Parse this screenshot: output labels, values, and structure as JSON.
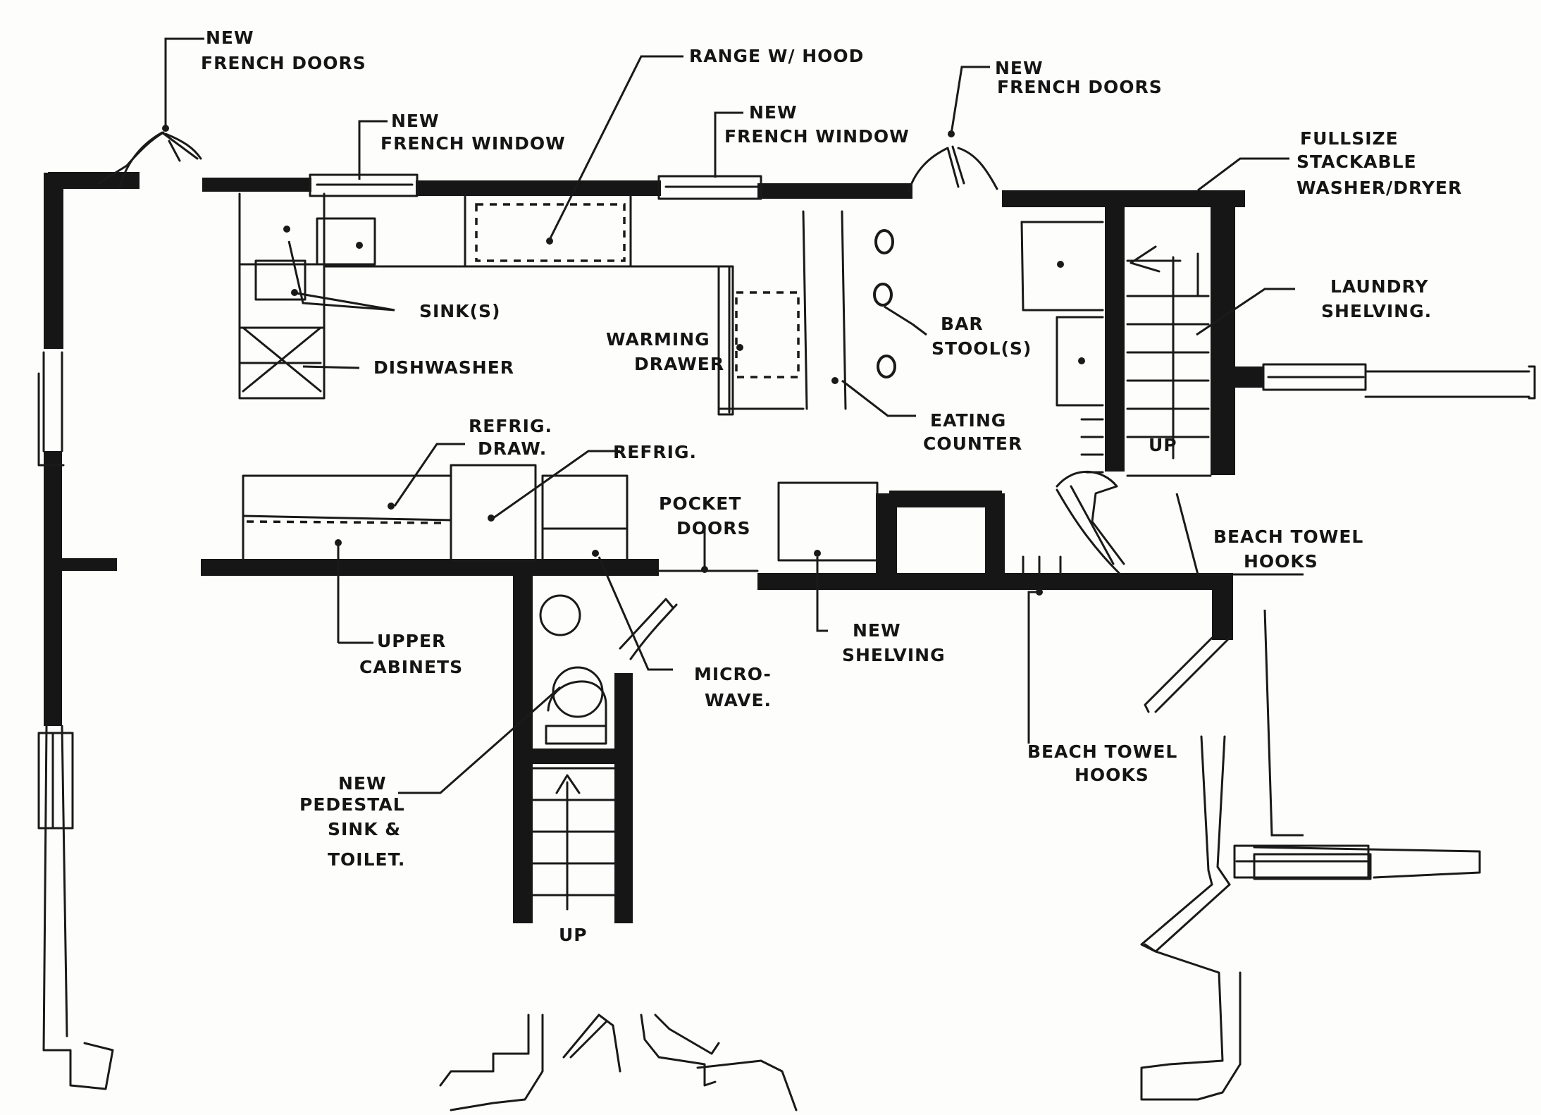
{
  "labels": {
    "french_doors_left": [
      "NEW",
      "FRENCH DOORS"
    ],
    "french_window_left": [
      "NEW",
      "FRENCH WINDOW"
    ],
    "range_hood": [
      "RANGE W/ HOOD"
    ],
    "french_window_right": [
      "NEW",
      "FRENCH WINDOW"
    ],
    "french_doors_right": [
      "NEW",
      "FRENCH DOORS"
    ],
    "washer_dryer": [
      "FULLSIZE",
      "STACKABLE",
      "WASHER/DRYER"
    ],
    "laundry_shelving": [
      "LAUNDRY",
      "SHELVING."
    ],
    "sinks": [
      "SINK(S)"
    ],
    "dishwasher": [
      "DISHWASHER"
    ],
    "warming_drawer": [
      "WARMING",
      "DRAWER"
    ],
    "bar_stools": [
      "BAR",
      "STOOL(S)"
    ],
    "eating_counter": [
      "EATING",
      "COUNTER"
    ],
    "refrig_drawer": [
      "REFRIG.",
      "DRAW."
    ],
    "refrig": [
      "REFRIG."
    ],
    "pocket_doors": [
      "POCKET",
      "DOORS"
    ],
    "upper_cabinets": [
      "UPPER",
      "CABINETS"
    ],
    "microwave": [
      "MICRO-",
      "WAVE."
    ],
    "new_shelving": [
      "NEW",
      "SHELVING"
    ],
    "beach_towel_hooks_upper": [
      "BEACH TOWEL",
      "HOOKS"
    ],
    "beach_towel_hooks_lower": [
      "BEACH TOWEL",
      "HOOKS"
    ],
    "pedestal_sink_toilet": [
      "NEW",
      "PEDESTAL",
      "SINK & ",
      "TOILET."
    ],
    "stair_up_right": [
      "UP"
    ],
    "stair_up_center": [
      "UP"
    ]
  },
  "colors": {
    "ink": "#161616",
    "paper": "#fdfdfb"
  }
}
